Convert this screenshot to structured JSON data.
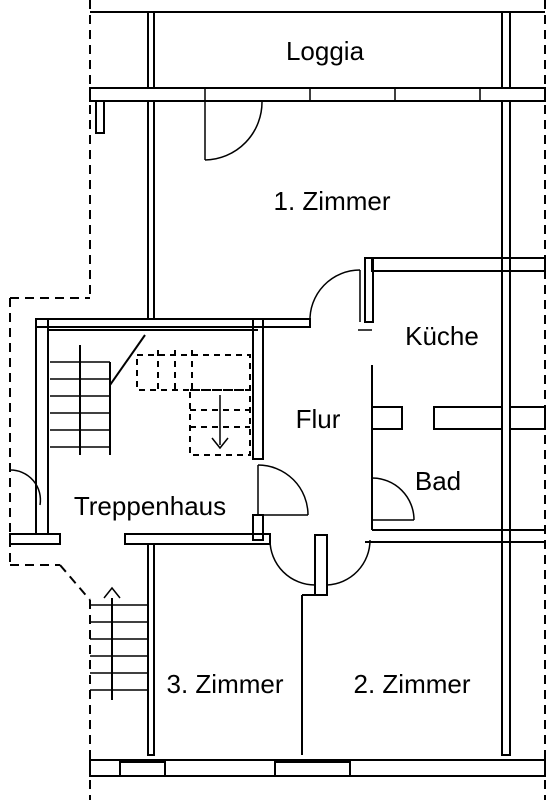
{
  "floor_plan": {
    "rooms": {
      "loggia": "Loggia",
      "zimmer1": "1. Zimmer",
      "kueche": "Küche",
      "flur": "Flur",
      "bad": "Bad",
      "treppenhaus": "Treppenhaus",
      "zimmer3": "3. Zimmer",
      "zimmer2": "2. Zimmer"
    }
  }
}
